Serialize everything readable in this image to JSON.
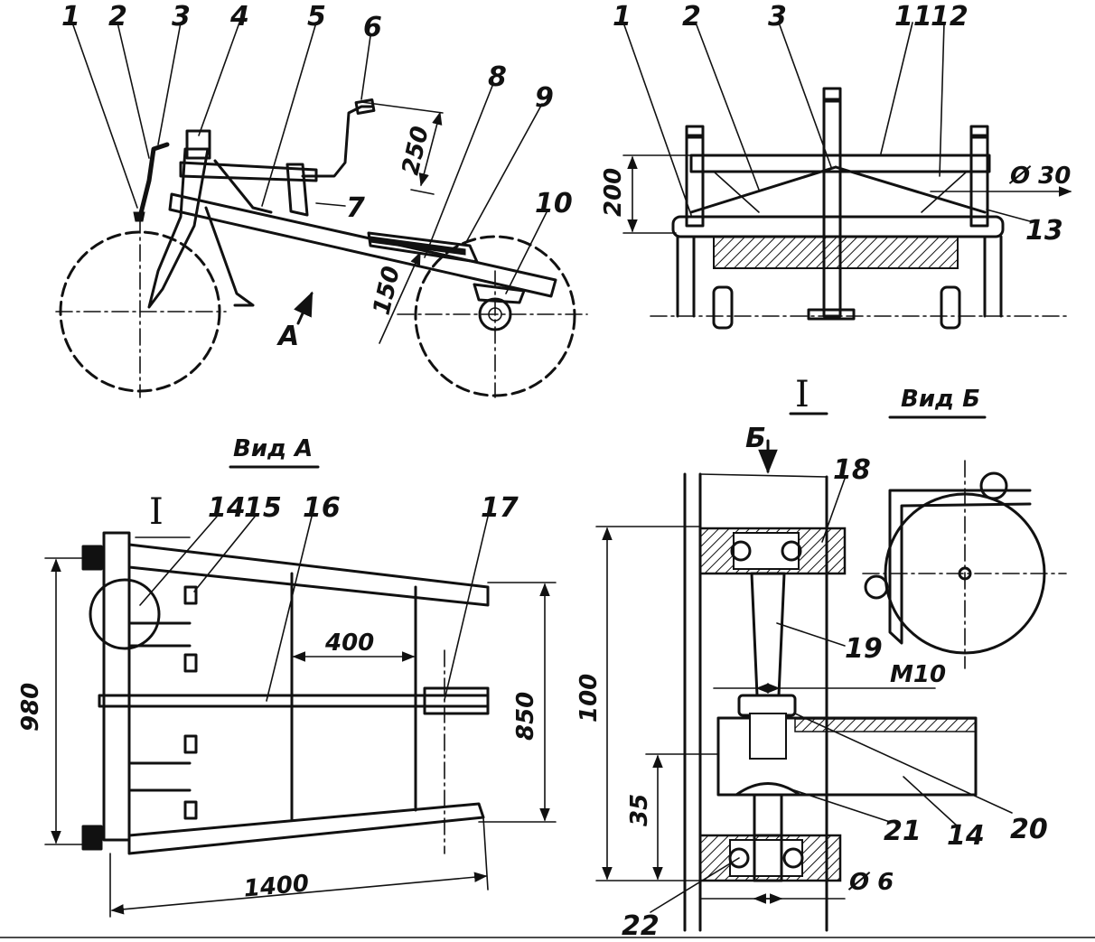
{
  "views": {
    "side": {
      "labels": [
        "1",
        "2",
        "3",
        "4",
        "5",
        "6",
        "7",
        "8",
        "9",
        "10"
      ],
      "arrow_label": "A",
      "dims": {
        "seat_height": "250",
        "frame_height": "150"
      }
    },
    "rear": {
      "labels": [
        "1",
        "2",
        "3",
        "11",
        "12",
        "13"
      ],
      "dims": {
        "height": "200",
        "diameter": "Ø 30"
      }
    },
    "plan": {
      "title": "Вид А",
      "detail_mark": "I",
      "labels": [
        "14",
        "15",
        "16",
        "17"
      ],
      "dims": {
        "spacing": "400",
        "width_left": "980",
        "width_right": "850",
        "length": "1400"
      }
    },
    "detail": {
      "mark": "I",
      "view_title": "Вид Б",
      "view_arrow": "Б",
      "labels": [
        "18",
        "19",
        "20",
        "21",
        "14",
        "22"
      ],
      "dims": {
        "height": "100",
        "lower": "35",
        "thread": "M10",
        "diameter": "Ø 6"
      }
    }
  }
}
